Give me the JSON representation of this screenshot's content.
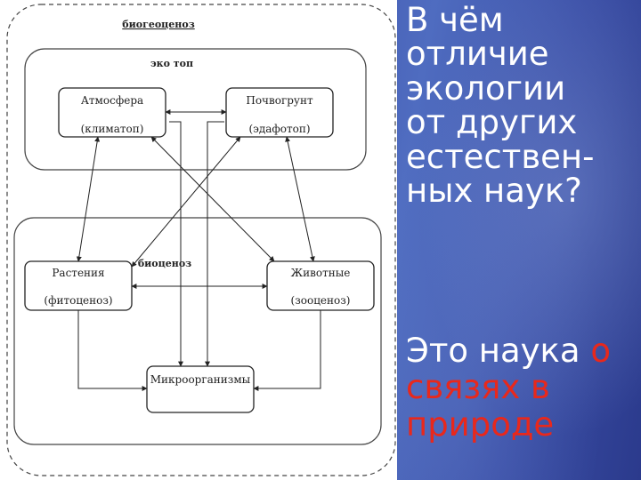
{
  "diagram": {
    "outer_label": "биогеоценоз",
    "ecotope_label": "эко топ",
    "biocenosis_label": "биоценоз",
    "nodes": {
      "atmosphere": {
        "name": "Атмосфера",
        "sub": "(климатоп)"
      },
      "soil": {
        "name": "Почвогрунт",
        "sub": "(эдафотоп)"
      },
      "plants": {
        "name": "Растения",
        "sub": "(фитоценоз)"
      },
      "animals": {
        "name": "Животные",
        "sub": "(зооценоз)"
      },
      "microorganisms": {
        "name": "Микроорганизмы"
      }
    }
  },
  "text": {
    "question_lines": [
      "В чём",
      "отличие",
      "экологии",
      "от других",
      "естествен-",
      "ных наук?"
    ],
    "answer_line1_prefix": "Это наука ",
    "answer_line1_accent": "о",
    "answer_line2": "связях в",
    "answer_line3": "природе"
  },
  "colors": {
    "background": "#3c50a8",
    "text": "#ffffff",
    "accent": "#e8281c"
  }
}
